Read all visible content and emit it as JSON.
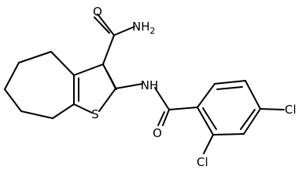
{
  "molecule": {
    "atoms": {
      "carbonyl_o_top": "O",
      "amide_nh2": "NH",
      "amide_nh2_sub": "2",
      "thiophene_s": "S",
      "amide_nh": "NH",
      "benzoyl_o": "O",
      "cl_para": "Cl",
      "cl_ortho": "Cl"
    }
  }
}
